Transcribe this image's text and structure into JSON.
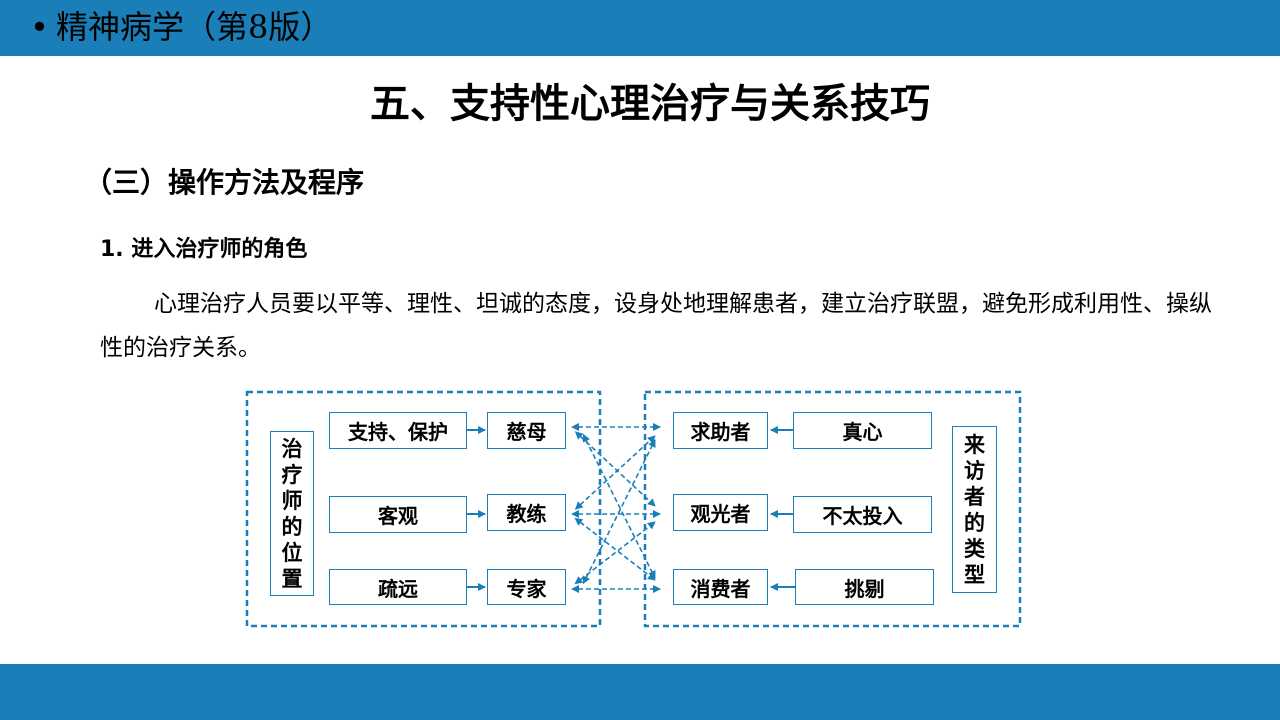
{
  "header": {
    "book_bullet": "•",
    "book_title": "精神病学（第8版）"
  },
  "slide": {
    "title": "五、支持性心理治疗与关系技巧",
    "section_heading": "（三）操作方法及程序",
    "sub_heading": "1. 进入治疗师的角色",
    "body": "心理治疗人员要以平等、理性、坦诚的态度，设身处地理解患者，建立治疗联盟，避免形成利用性、操纵性的治疗关系。"
  },
  "diagram": {
    "left_group_label": [
      "治",
      "疗",
      "师",
      "的",
      "位",
      "置"
    ],
    "right_group_label": [
      "来",
      "访",
      "者",
      "的",
      "类",
      "型"
    ],
    "therapist_attitudes": [
      "支持、保护",
      "客观",
      "疏远"
    ],
    "therapist_roles": [
      "慈母",
      "教练",
      "专家"
    ],
    "client_types": [
      "求助者",
      "观光者",
      "消费者"
    ],
    "client_attitudes": [
      "真心",
      "不太投入",
      "挑剔"
    ],
    "colors": {
      "accent": "#1a7fb8"
    }
  }
}
